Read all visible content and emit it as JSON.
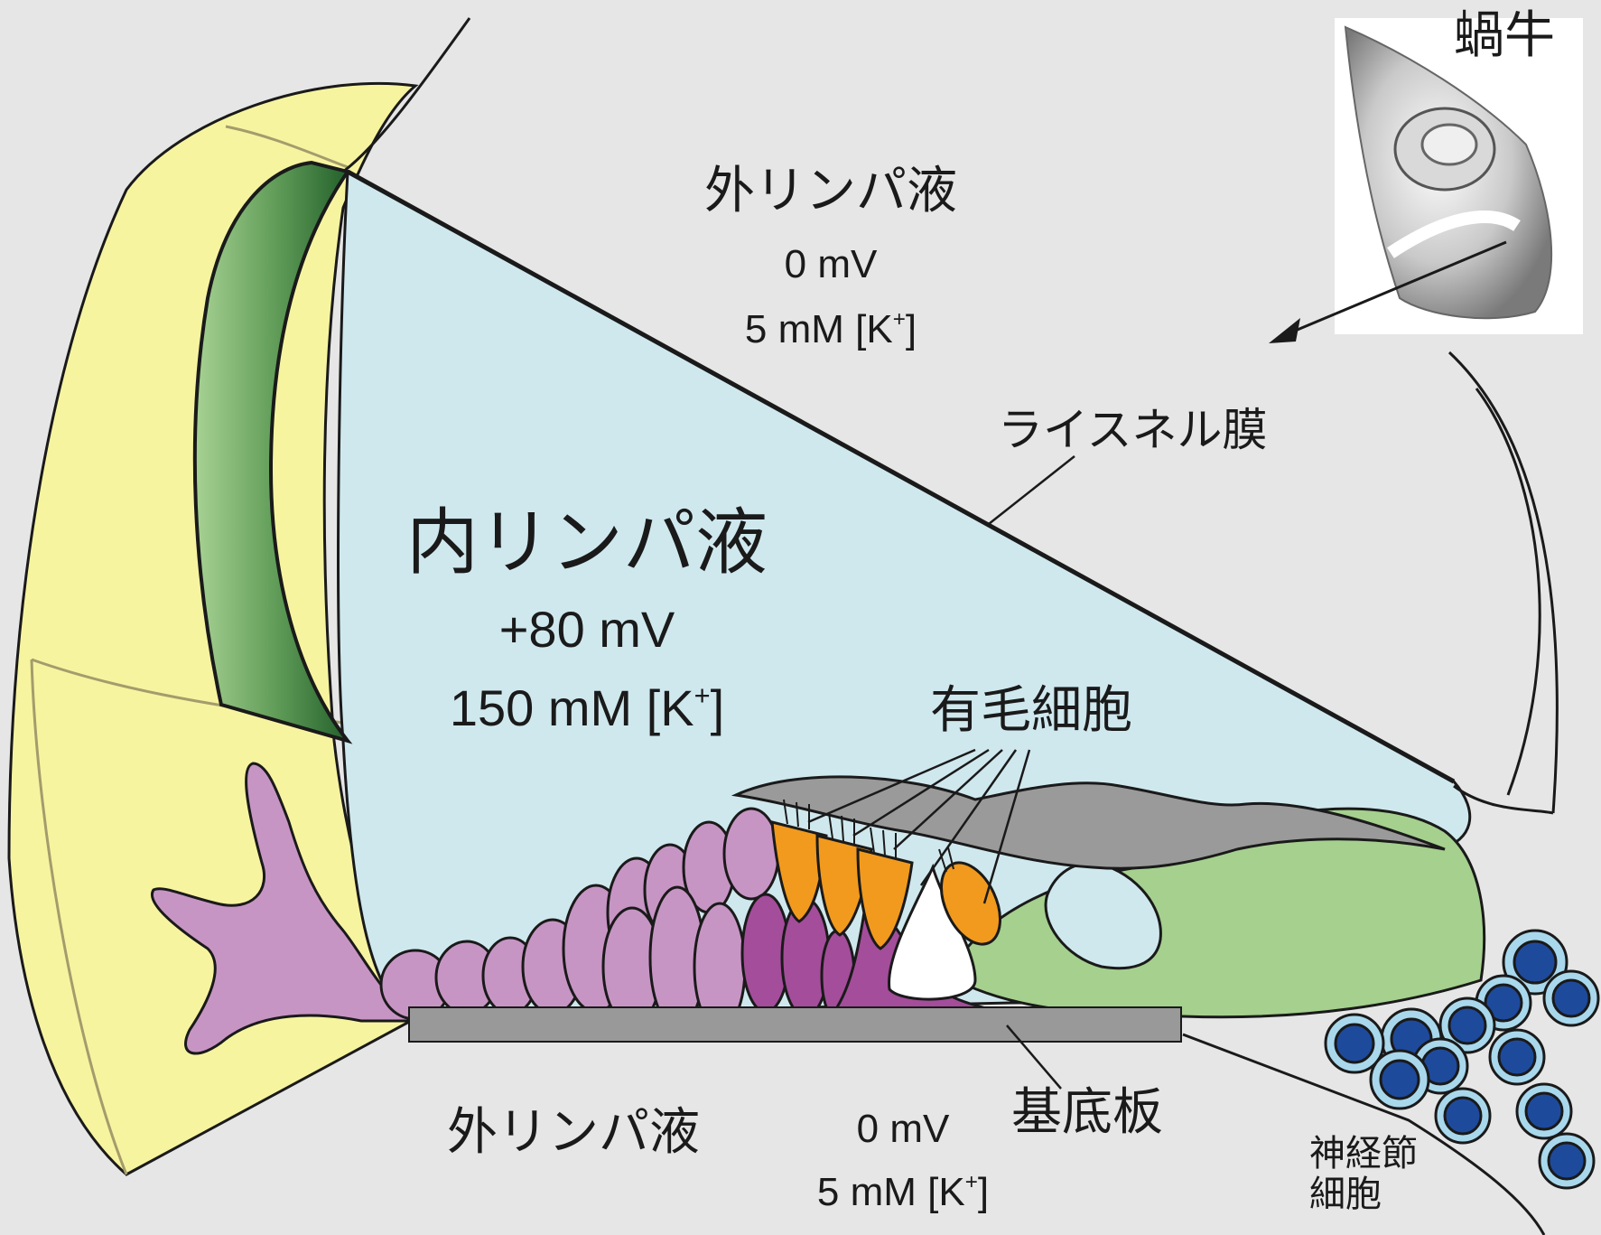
{
  "inset": {
    "label": "蝸牛"
  },
  "upper_fluid": {
    "name": "外リンパ液",
    "potential": "0 mV",
    "potassium_prefix": "5 mM [K",
    "potassium_sup": "+",
    "potassium_suffix": "]"
  },
  "inner_fluid": {
    "name": "内リンパ液",
    "potential": "+80 mV",
    "potassium_prefix": "150 mM [K",
    "potassium_sup": "+",
    "potassium_suffix": "]"
  },
  "lower_fluid": {
    "name": "外リンパ液",
    "potential": "0 mV",
    "potassium_prefix": "5 mM [K",
    "potassium_sup": "+",
    "potassium_suffix": "]"
  },
  "labels": {
    "reissner_membrane": "ライスネル膜",
    "hair_cells": "有毛細胞",
    "basilar_membrane": "基底板",
    "ganglion_cells_line1": "神経節",
    "ganglion_cells_line2": "細胞"
  },
  "colors": {
    "background": "#e6e6e6",
    "stria_outer": "#f7f4a0",
    "stria_vascularis_dark": "#2e6b35",
    "stria_vascularis_light": "#9cc98a",
    "endolymph": "#cfe8ee",
    "supporting_cells": "#c795c4",
    "dark_supporting_cells": "#a44d9a",
    "hair_cells": "#f29a1d",
    "tectorial_membrane": "#9a9a9a",
    "limbus": "#a5d08e",
    "ganglion_outer": "#a9d8ec",
    "ganglion_inner": "#1e4a9c",
    "basilar_membrane": "#999999"
  }
}
